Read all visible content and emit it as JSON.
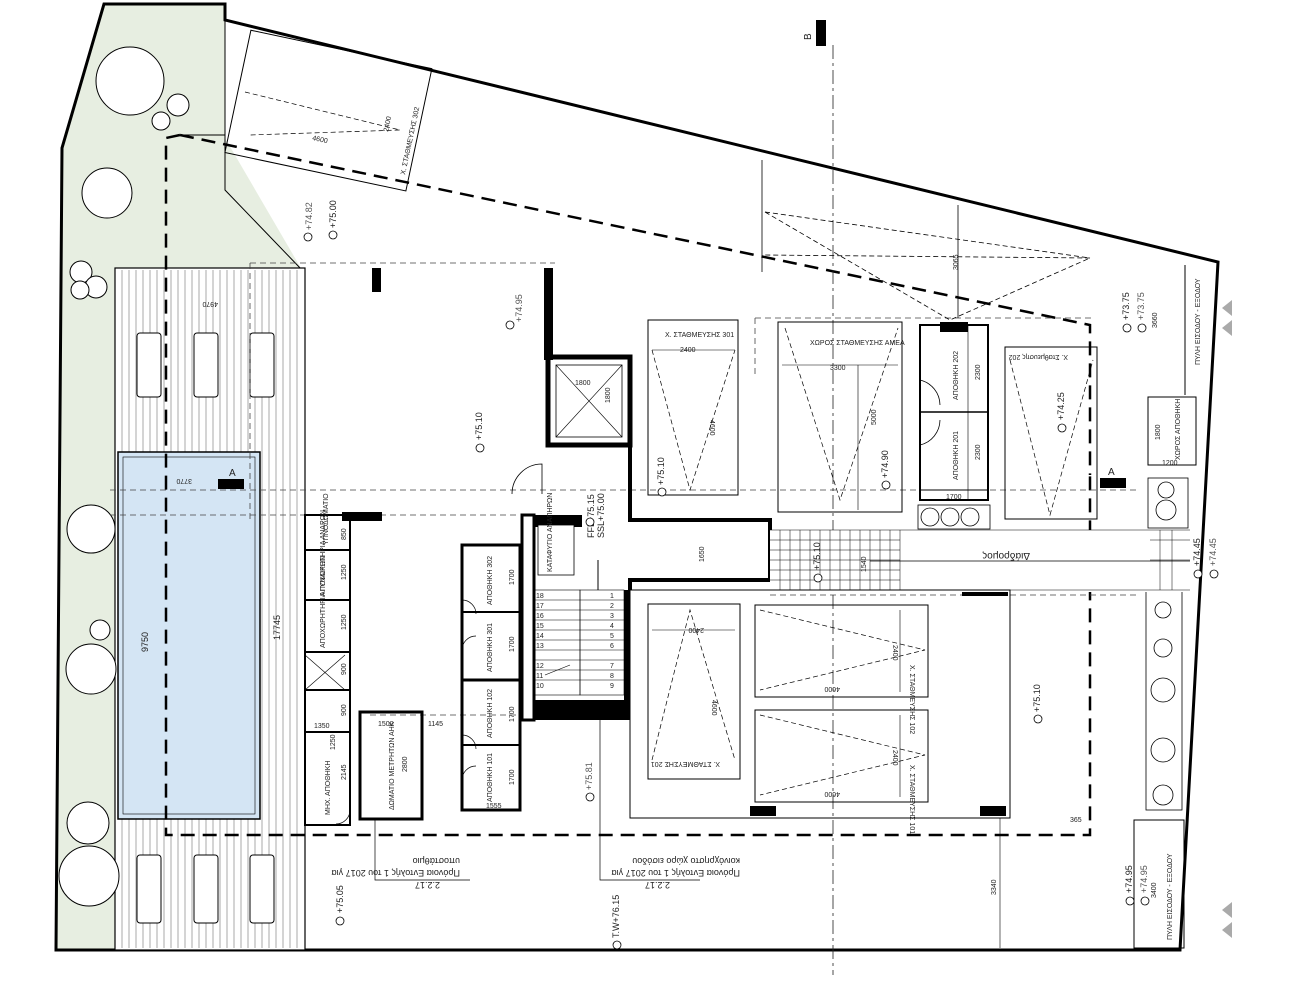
{
  "section_markers": {
    "b": "B",
    "a_left": "A",
    "a_right": "A"
  },
  "levels": {
    "l1": "+74.82",
    "l2": "+75.00",
    "l3": "+74.95",
    "l4": "+75.10",
    "l5": "+75.10",
    "l6": "+74.90",
    "l7": "+74.25",
    "l8": "+73.75",
    "l9": "+73.75",
    "l10": "+75.10",
    "l11": "+74.45",
    "l12": "+74.45",
    "l13": "+75.10",
    "l14": "+75.81",
    "l15": "+75.05",
    "l16": "+74.95",
    "l17": "+74.95",
    "l18": "T.W+76.15",
    "ffl": "FFL+75.15",
    "ssl": "SSL+75.00"
  },
  "dimensions": {
    "d_2400a": "2400",
    "d_4600a": "4600",
    "d_4970": "4970",
    "d_3770": "3770",
    "d_9750": "9750",
    "d_17745": "17745",
    "d_1800a": "1800",
    "d_1800b": "1800",
    "d_2400b": "2400",
    "d_4600b": "4600",
    "d_3300": "3300",
    "d_5000": "5000",
    "d_2300a": "2300",
    "d_2300b": "2300",
    "d_1700a": "1700",
    "d_3065": "3065",
    "d_3660": "3660",
    "d_1800c": "1800",
    "d_1200": "1200",
    "d_1650": "1650",
    "d_1540": "1540",
    "d_850": "850",
    "d_1250a": "1250",
    "d_1250b": "1250",
    "d_900a": "900",
    "d_900b": "900",
    "d_1350": "1350",
    "d_1250c": "1250",
    "d_2145": "2145",
    "d_1500": "1500",
    "d_1145": "1145",
    "d_2800": "2800",
    "d_1700b": "1700",
    "d_1700c": "1700",
    "d_1700d": "1700",
    "d_1700e": "1700",
    "d_1555": "1555",
    "d_2400c": "2400",
    "d_4600c": "4600",
    "d_2400d": "2400",
    "d_4600d": "4600",
    "d_2400e": "2400",
    "d_4600e": "4600",
    "d_3340": "3340",
    "d_3400": "3400",
    "d_365": "365"
  },
  "rooms": {
    "parking_302": "Χ. ΣΤΑΘΜΕΥΣΗΣ 302",
    "parking_301": "Χ. ΣΤΑΘΜΕΥΣΗΣ 301",
    "parking_amea": "ΧΩΡΟΣ ΣΤΑΘΜΕΥΣΗΣ ΑΜΕΑ",
    "storage_202": "ΑΠΟΘΗΚΗ 202",
    "storage_201": "ΑΠΟΘΗΚΗ 201",
    "parking_202": "Χ. Σταθμευσης 202",
    "storage_side": "ΧΩΡΟΣ ΑΠΟΘΗΚΗ",
    "ypnodomatio": "ΥΠΝΟΔΩΜΑΤΙΟ",
    "gate_top": "ΠΥΛΗ ΕΙΣΟΔΟΥ - ΕΞΟΔΟΥ",
    "diadromos": "Διάδρομος",
    "katafygio": "ΚΑΤΑΦΥΓΙΟ ΑΝΑΠΗΡΩΝ",
    "storage_302": "ΑΠΟΘΗΚΗ 302",
    "storage_301": "ΑΠΟΘΗΚΗ 301",
    "storage_102": "ΑΠΟΘΗΚΗ 102",
    "storage_101": "ΑΠΟΘΗΚΗ 101",
    "wc_men": "ΑΠΟΧΩΡΗΤΗΡΙΑ ΑΝΔΡΩΝ",
    "wc_women": "ΑΠΟΧΩΡΗΤΗΡΙΑ ΓΥΝΑΙΚΩΝ",
    "storage_mech": "ΜΗΧ. ΑΠΟΘΗΚΗ",
    "meter_room": "ΔΩΜΑΤΙΟ ΜΕΤΡΗΤΩΝ ΑΗΚ",
    "parking_102": "Χ. ΣΤΑΘΜΕΥΣΗΣ 102",
    "parking_201": "Χ. ΣΤΑΘΜΕΥΣΗΣ 201",
    "parking_101": "Χ. ΣΤΑΘΜΕΥΣΗΣ 101",
    "gate_bottom": "ΠΥΛΗ ΕΙΣΟΔΟΥ - ΕΞΟΔΟΥ"
  },
  "stair_numbers": [
    "18",
    "17",
    "16",
    "15",
    "14",
    "13",
    "12",
    "11",
    "10",
    "1",
    "2",
    "3",
    "4",
    "5",
    "6",
    "7",
    "8",
    "9"
  ],
  "notes": {
    "n1_l1": "υποστάθμιο",
    "n1_l2": "Πρόνοια Εντολής 1 του 2017 για",
    "n1_l3": "2.2.17",
    "n2_l1": "κοινόχρηστο χώρο εισόδου",
    "n2_l2": "Πρόνοια Εντολής 1 του 2017 για",
    "n2_l3": "2.2.17"
  },
  "colors": {
    "garden": "#e7eee1",
    "pool": "#d4e5f4",
    "wall": "#000000"
  }
}
